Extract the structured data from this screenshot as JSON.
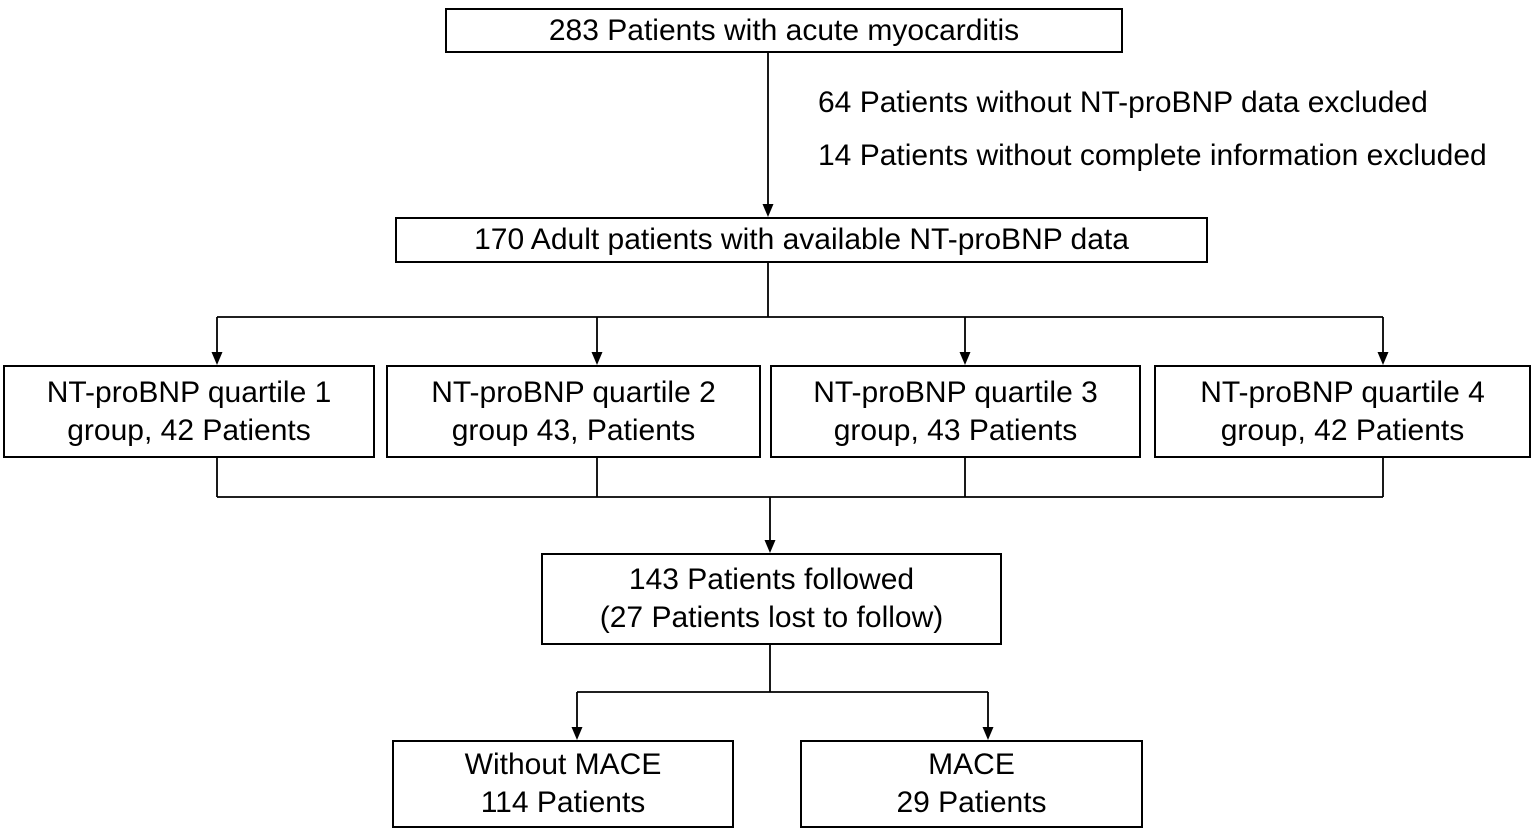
{
  "figure": {
    "type": "patient-flow-diagram",
    "colors": {
      "background": "#ffffff",
      "line": "#000000",
      "text": "#000000",
      "box_fill": "#ffffff",
      "box_border": "#000000"
    }
  },
  "boxes": {
    "acute": {
      "line1": "283 Patients with acute myocarditis"
    },
    "available": {
      "line1": "170 Adult patients with available NT-proBNP data"
    },
    "quartile1": {
      "line1": "NT-proBNP quartile 1",
      "line2": "group, 42 Patients"
    },
    "quartile2": {
      "line1": "NT-proBNP quartile 2",
      "line2": "group 43, Patients"
    },
    "quartile3": {
      "line1": "NT-proBNP quartile 3",
      "line2": "group, 43 Patients"
    },
    "quartile4": {
      "line1": "NT-proBNP quartile 4",
      "line2": "group, 42 Patients"
    },
    "followed": {
      "line1": "143 Patients followed",
      "line2": "(27 Patients lost to follow)"
    },
    "without_mace": {
      "line1": "Without MACE",
      "line2": "114 Patients"
    },
    "mace": {
      "line1": "MACE",
      "line2": "29 Patients"
    }
  },
  "exclusions": {
    "line1": "64 Patients without NT-proBNP data excluded",
    "line2": "14 Patients without complete information excluded"
  }
}
